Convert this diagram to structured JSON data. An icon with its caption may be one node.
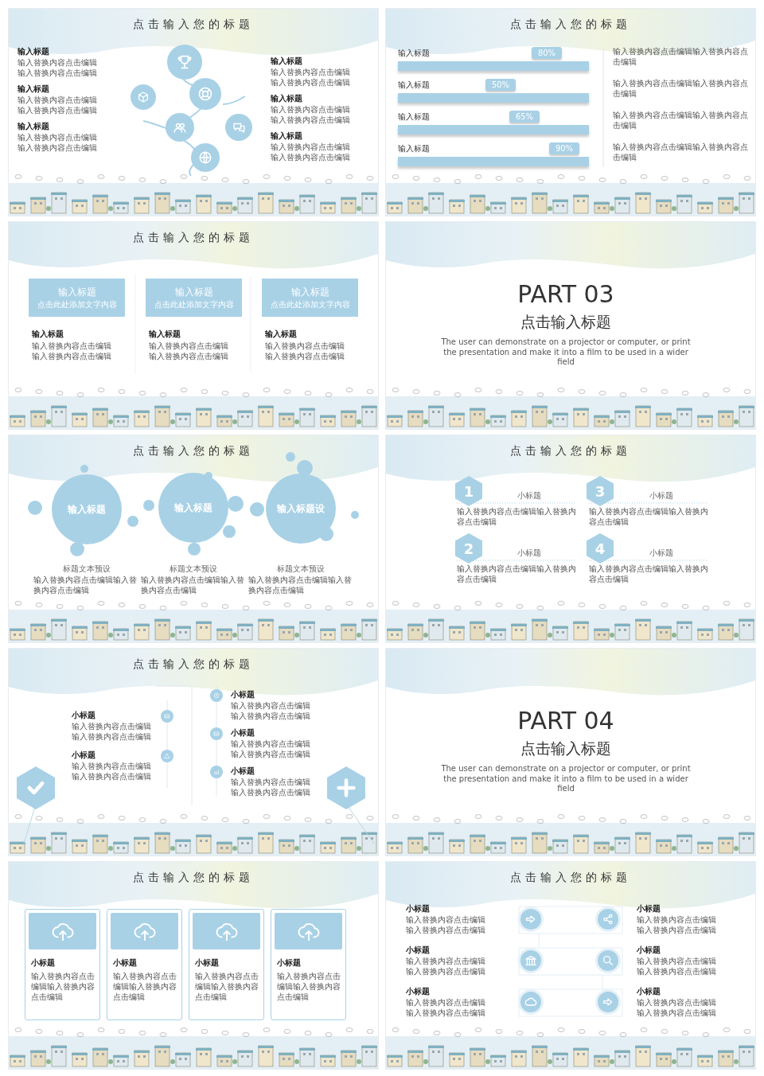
{
  "diagram": {
    "nodes": [
      {
        "text": [
          "80%"
        ]
      },
      {
        "text": [
          "50%"
        ]
      },
      {
        "text": [
          "65%"
        ]
      },
      {
        "text": [
          "90%"
        ]
      },
      {
        "text": [
          "输入标题",
          "点击此处添加文字内容"
        ]
      },
      {
        "text": [
          "输入标题",
          "点击此处添加文字内容"
        ]
      },
      {
        "text": [
          "输入标题",
          "点击此处添加文字内容"
        ]
      },
      {
        "text": [
          "输入标题"
        ]
      },
      {
        "text": [
          "输入标题"
        ]
      },
      {
        "text": [
          "输入标题设"
        ]
      },
      {
        "text": [
          "1"
        ]
      },
      {
        "text": [
          "3"
        ]
      },
      {
        "text": [
          "2"
        ]
      },
      {
        "text": [
          "4"
        ]
      },
      {
        "text": [
          "小标题",
          "输入替换内容点击编辑输入替换内容点击编辑"
        ]
      },
      {
        "text": [
          "小标题",
          "输入替换内容点击编辑输入替换内容点击编辑"
        ]
      },
      {
        "text": [
          "小标题",
          "输入替换内容点击编辑输入替换内容点击编辑"
        ]
      },
      {
        "text": [
          "小标题",
          "输入替换内容点击编辑输入替换内容点击编辑"
        ]
      }
    ],
    "labels": [
      "点击输入您的标题",
      "输入标题",
      "输入替换内容点击编辑输入替换内容点击编辑",
      "输入标题",
      "输入替换内容点击编辑输入替换内容点击编辑",
      "输入标题",
      "输入替换内容点击编辑输入替换内容点击编辑",
      "输入标题",
      "输入替换内容点击编辑输入替换内容点击编辑",
      "输入标题",
      "输入替换内容点击编辑输入替换内容点击编辑",
      "输入标题",
      "输入替换内容点击编辑输入替换内容点击编辑",
      "点击输入您的标题",
      "输入标题",
      "输入替换内容点击编辑输入替换内容点击编辑",
      "输入标题",
      "输入替换内容点击编辑输入替换内容点击编辑",
      "输入标题",
      "输入替换内容点击编辑输入替换内容点击编辑",
      "输入标题",
      "输入替换内容点击编辑输入替换内容点击编辑",
      "点击输入您的标题",
      "输入标题",
      "输入替换内容点击编辑输入替换内容点击编辑",
      "输入标题",
      "输入替换内容点击编辑输入替换内容点击编辑",
      "输入标题",
      "输入替换内容点击编辑输入替换内容点击编辑",
      "PART 03",
      "点击输入标题",
      "The user can demonstrate on a projector or computer, or print the presentation and make it into a film to be used in a wider field",
      "点击输入您的标题",
      "标题文本预设",
      "输入替换内容点击编辑输入替换内容点击编辑",
      "标题文本预设",
      "输入替换内容点击编辑输入替换内容点击编辑",
      "标题文本预设",
      "输入替换内容点击编辑输入替换内容点击编辑",
      "点击输入您的标题",
      "小标题",
      "输入替换内容点击编辑输入替换内容点击编辑",
      "小标题",
      "输入替换内容点击编辑输入替换内容点击编辑",
      "小标题",
      "输入替换内容点击编辑输入替换内容点击编辑",
      "小标题",
      "输入替换内容点击编辑输入替换内容点击编辑",
      "点击输入您的标题",
      "小标题",
      "输入替换内容点击编辑输入替换内容点击编辑",
      "小标题",
      "输入替换内容点击编辑输入替换内容点击编辑",
      "小标题",
      "输入替换内容点击编辑输入替换内容点击编辑",
      "小标题",
      "输入替换内容点击编辑输入替换内容点击编辑",
      "小标题",
      "输入替换内容点击编辑输入替换内容点击编辑",
      "PART 04",
      "点击输入标题",
      "The user can demonstrate on a projector or computer, or print the presentation and make it into a film to be used in a wider field",
      "点击输入您的标题",
      "点击输入您的标题",
      "小标题",
      "输入替换内容点击编辑输入替换内容点击编辑",
      "小标题",
      "输入替换内容点击编辑输入替换内容点击编辑",
      "小标题",
      "输入替换内容点击编辑输入替换内容点击编辑",
      "小标题",
      "输入替换内容点击编辑输入替换内容点击编辑",
      "小标题",
      "输入替换内容点击编辑输入替换内容点击编辑",
      "小标题",
      "输入替换内容点击编辑输入替换内容点击编辑"
    ]
  }
}
